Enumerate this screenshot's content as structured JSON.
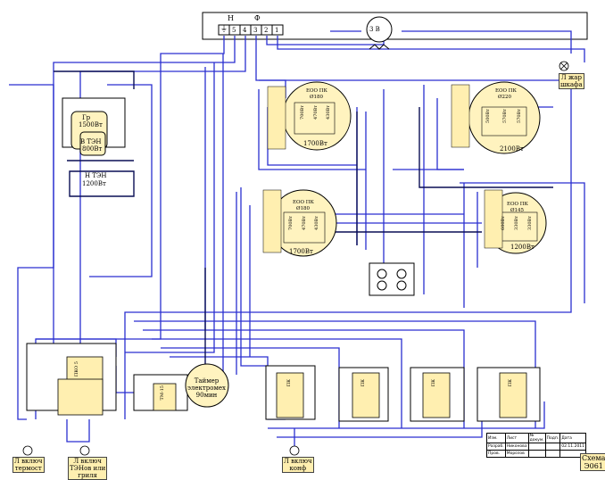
{
  "colors": {
    "wire": "#2a2fd0",
    "wire_dark": "#0a0f55",
    "label_fill": "#ffefb0"
  },
  "terminal_block": {
    "header": [
      "Н",
      "Ф"
    ],
    "pins": [
      "5",
      "4",
      "3",
      "2",
      "1"
    ],
    "ground_symbol": "⏚"
  },
  "fan": {
    "label": "3 В"
  },
  "burners": [
    {
      "type": "ЕОО ПК",
      "diameter": "Ø180",
      "power": "1700Вт",
      "coils": [
        "700Вт",
        "470Вт",
        "430Вт"
      ]
    },
    {
      "type": "ЕОО ПК",
      "diameter": "Ø220",
      "power": "2100Вт",
      "coils": [
        "500Вт",
        "570Вт",
        "570Вт"
      ]
    },
    {
      "type": "ЕОО ПК",
      "diameter": "Ø180",
      "power": "1700Вт",
      "coils": [
        "700Вт",
        "470Вт",
        "430Вт"
      ]
    },
    {
      "type": "ЕОО ПК",
      "diameter": "Ø145",
      "power": "1200Вт",
      "coils": [
        "600Вт",
        "330Вт",
        "330Вт"
      ]
    }
  ],
  "oven_elements": {
    "grill": [
      "Гр",
      "1500Вт"
    ],
    "top": [
      "В ТЭН",
      "800Вт"
    ],
    "bottom": [
      "Н ТЭН",
      "1200Вт"
    ]
  },
  "lamps": {
    "oven_cavity": [
      "Л жар",
      "шкафа"
    ],
    "thermostat": [
      "Л включ",
      "термост"
    ],
    "heaters": [
      "Л включ",
      "ТЭНов или",
      "гриля"
    ],
    "hob": [
      "Л включ",
      "конф"
    ]
  },
  "timer": [
    "Таймер",
    "электромех",
    "90мин"
  ],
  "switch_labels": {
    "oven_switch": "ПКО 5",
    "thermostat": "ТМ-15",
    "burner_switch": "ПК"
  },
  "title_block": {
    "rows": [
      [
        "Изм.",
        "Лист",
        "№ докум.",
        "Подп.",
        "Дата"
      ],
      [
        "Разраб.",
        "Никонова",
        "",
        "",
        "02.11.2011"
      ],
      [
        "Пров.",
        "Морозов",
        "",
        "",
        ""
      ]
    ],
    "title": [
      "Схема",
      "Э061"
    ]
  }
}
